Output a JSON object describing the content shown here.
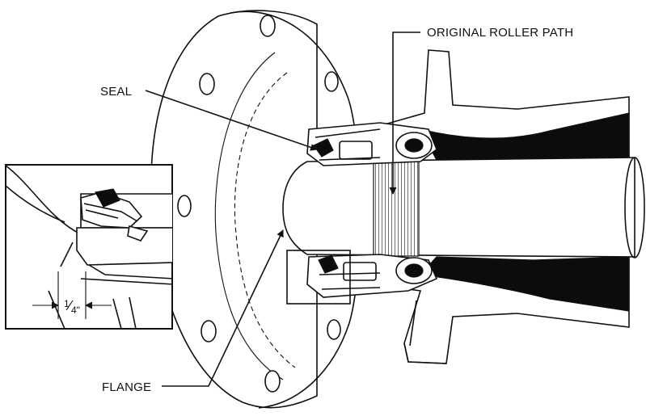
{
  "labels": {
    "original_roller_path": "ORIGINAL ROLLER PATH",
    "seal": "SEAL",
    "flange": "FLANGE",
    "dimension": "1/4\""
  },
  "dimension_parts": {
    "numerator": "1",
    "denominator": "4\""
  }
}
